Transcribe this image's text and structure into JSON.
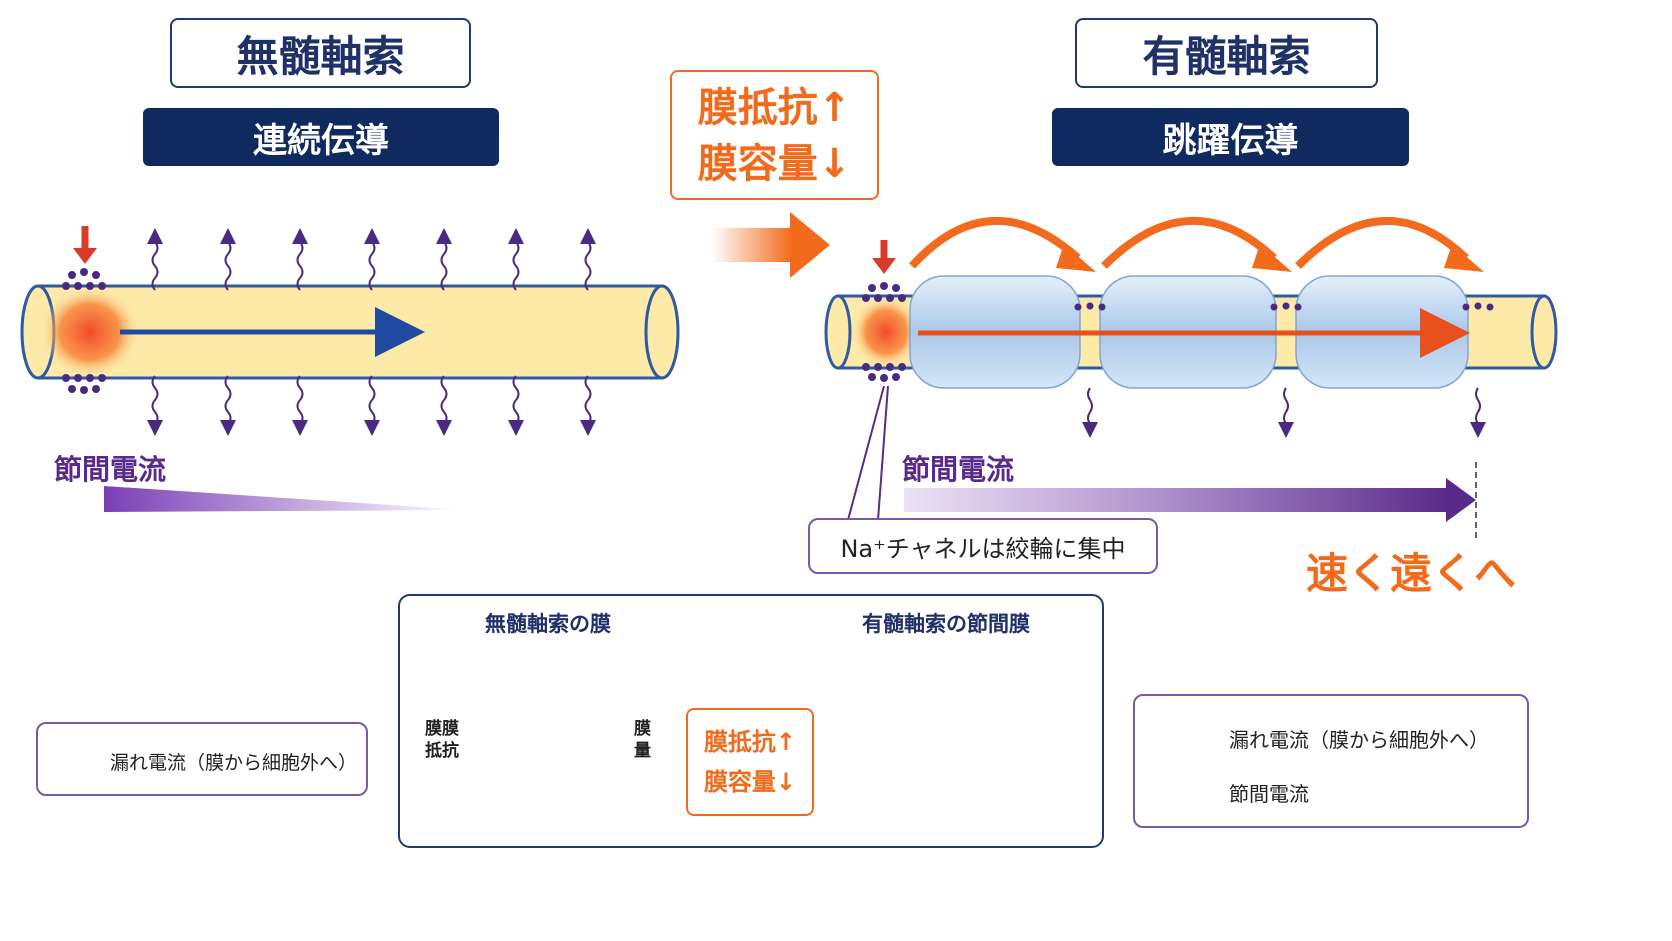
{
  "left": {
    "title": "無髄軸索",
    "subtitle": "連続伝導",
    "internodal_label": "節間電流"
  },
  "right": {
    "title": "有髄軸索",
    "subtitle": "跳躍伝導",
    "internodal_label": "節間電流",
    "na_callout": "Na⁺チャネルは絞輪に集中",
    "fast_far": "速く遠くへ"
  },
  "center_change": {
    "line1": "膜抵抗↑",
    "line2": "膜容量↓"
  },
  "legend_left": {
    "leak": "漏れ電流（膜から細胞外へ）"
  },
  "legend_right": {
    "leak": "漏れ電流（膜から細胞外へ）",
    "internodal": "節間電流"
  },
  "circuit": {
    "left_title": "無髄軸索の膜",
    "right_title": "有髄軸索の節間膜",
    "resistor_label_1": "膜膜",
    "resistor_label_2": "抵抗",
    "capacitor_label_1": "膜",
    "capacitor_label_2": "量",
    "change_line1": "膜抵抗↑",
    "change_line2": "膜容量↓"
  },
  "colors": {
    "navy": "#0f2a5e",
    "orange": "#f26b1d",
    "purple": "#5a2a8a",
    "axon_fill": "#fde9a8",
    "myelin": "#b9d4ee"
  }
}
